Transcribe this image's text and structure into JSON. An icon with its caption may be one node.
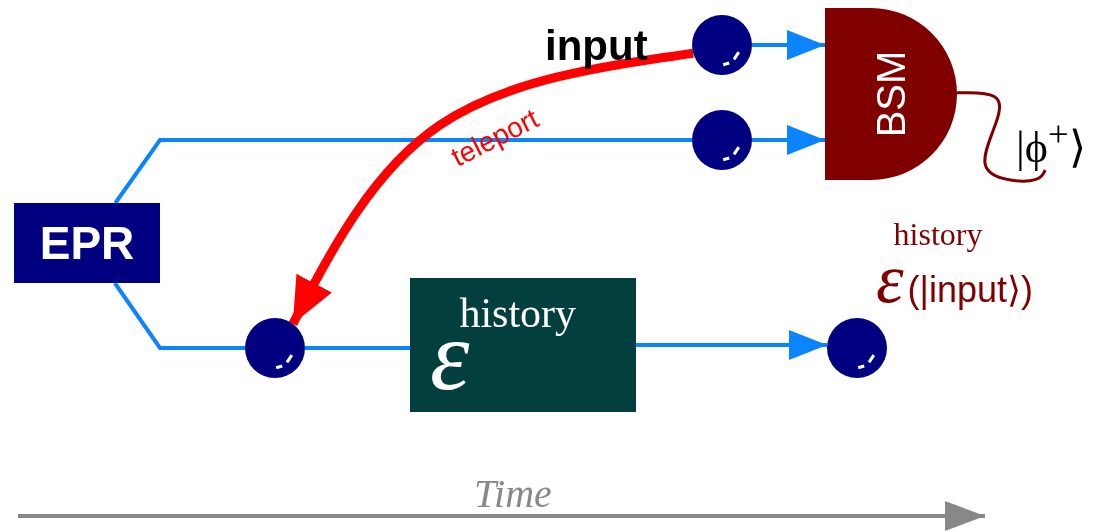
{
  "diagram": {
    "nodes": [
      {
        "text": [
          "EPR"
        ]
      },
      {
        "text": [],
        "shape": "circle",
        "beside": [
          "input"
        ]
      },
      {
        "text": [],
        "shape": "circle"
      },
      {
        "text": [
          "BSM"
        ]
      },
      {
        "text": [],
        "shape": "circle"
      },
      {
        "text": [
          "ε$^{history}$"
        ]
      },
      {
        "text": [],
        "shape": "circle",
        "beside": [
          "ε$^{history}$(|input⟩)"
        ]
      },
      {
        "text": [
          "|ϕ$^{+}$⟩"
        ]
      }
    ],
    "edges": [
      {
        "from": 0,
        "to": 2,
        "arrow": "none"
      },
      {
        "from": 2,
        "to": 3,
        "arrow": "to"
      },
      {
        "from": 1,
        "to": 3,
        "arrow": "to"
      },
      {
        "from": 0,
        "to": 4,
        "arrow": "none"
      },
      {
        "from": 4,
        "to": 5,
        "arrow": "none"
      },
      {
        "from": 5,
        "to": 6,
        "arrow": "to"
      },
      {
        "from": 1,
        "to": 4,
        "arrow": "to",
        "label": "teleport",
        "style": "thick",
        "color": "#ff0000"
      },
      {
        "from": 3,
        "to": 7,
        "arrow": "none",
        "color": "#800000"
      }
    ],
    "labels": [
      "Time"
    ]
  }
}
